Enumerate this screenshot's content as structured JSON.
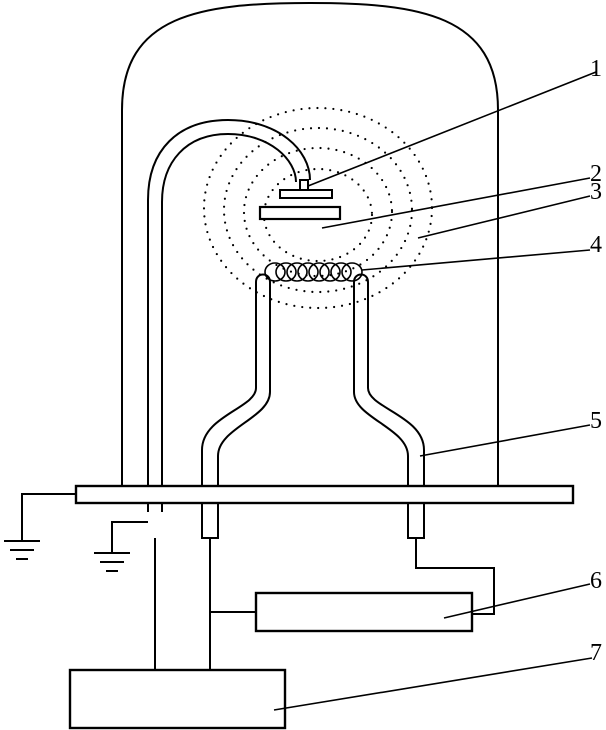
{
  "diagram": {
    "labels": [
      {
        "id": "1",
        "text": "1"
      },
      {
        "id": "2",
        "text": "2"
      },
      {
        "id": "3",
        "text": "3"
      },
      {
        "id": "4",
        "text": "4"
      },
      {
        "id": "5",
        "text": "5"
      },
      {
        "id": "6",
        "text": "6"
      },
      {
        "id": "7",
        "text": "7"
      }
    ],
    "parts": [
      "bell-jar",
      "curved-holder-tube",
      "substrate-holder",
      "substrate",
      "evaporation-cloud",
      "filament-coil",
      "electrode-rods",
      "base-plate",
      "ground-symbols",
      "box-6",
      "box-7"
    ],
    "colors": {
      "line": "#000000",
      "background": "#ffffff"
    }
  }
}
